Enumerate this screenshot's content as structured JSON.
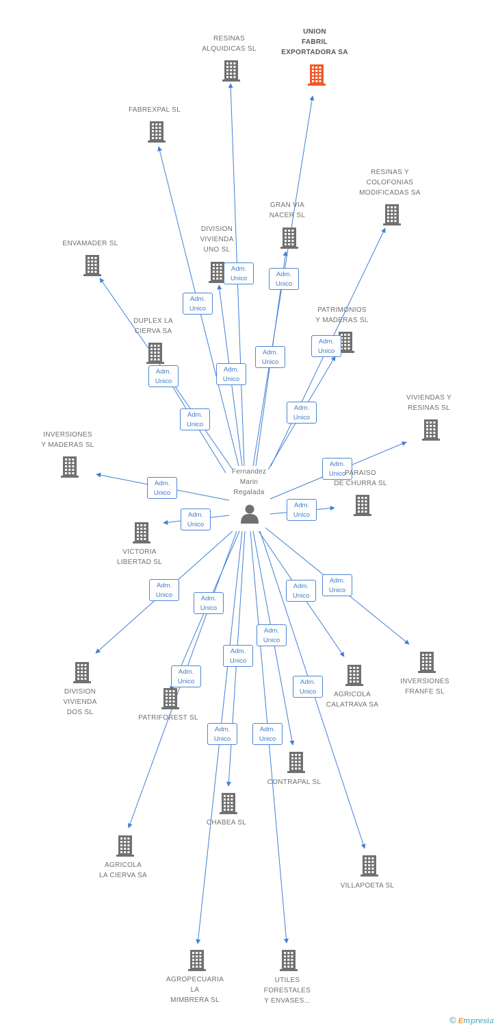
{
  "colors": {
    "edge": "#3f7fd6",
    "building": "#707070",
    "main_building": "#ee5a2a",
    "person": "#707070",
    "role_border": "#4a86d1",
    "role_text": "#3f7cc9"
  },
  "center": {
    "label": "Fernandez\nMarin\nRegalada",
    "icon": "person-icon"
  },
  "companies": [
    {
      "id": "resinas-alquidicas",
      "label": "RESINAS\nALQUIDICAS SL",
      "icon": "building-icon"
    },
    {
      "id": "union-fabril",
      "label": "UNION\nFABRIL\nEXPORTADORA SA",
      "icon": "building-icon",
      "main": true
    },
    {
      "id": "fabrexpal",
      "label": "FABREXPAL SL",
      "icon": "building-icon"
    },
    {
      "id": "resinas-colofonias",
      "label": "RESINAS Y\nCOLOFONIAS\nMODIFICADAS SA",
      "icon": "building-icon"
    },
    {
      "id": "gran-via",
      "label": "GRAN VIA\nNACER SL",
      "icon": "building-icon"
    },
    {
      "id": "division-uno",
      "label": "DIVISION\nVIVIENDA\nUNO SL",
      "icon": "building-icon"
    },
    {
      "id": "envamader",
      "label": "ENVAMADER SL",
      "icon": "building-icon"
    },
    {
      "id": "patrimonios",
      "label": "PATRIMONIOS\nY MADERAS SL",
      "icon": "building-icon"
    },
    {
      "id": "duplex",
      "label": "DUPLEX LA\nCIERVA SA",
      "icon": "building-icon"
    },
    {
      "id": "viviendas-resinas",
      "label": "VIVIENDAS Y\nRESINAS SL",
      "icon": "building-icon"
    },
    {
      "id": "inversiones-maderas",
      "label": "INVERSIONES\nY MADERAS SL",
      "icon": "building-icon"
    },
    {
      "id": "paraiso",
      "label": "PARAISO\nDE CHURRA SL",
      "icon": "building-icon"
    },
    {
      "id": "victoria",
      "label": "VICTORIA\nLIBERTAD SL",
      "icon": "building-icon"
    },
    {
      "id": "inversiones-franfe",
      "label": "INVERSIONES\nFRANFE SL",
      "icon": "building-icon"
    },
    {
      "id": "division-dos",
      "label": "DIVISION\nVIVIENDA\nDOS SL",
      "icon": "building-icon"
    },
    {
      "id": "agricola-calatrava",
      "label": "AGRICOLA\nCALATRAVA SA",
      "icon": "building-icon"
    },
    {
      "id": "patriforest",
      "label": "PATRIFOREST SL",
      "icon": "building-icon"
    },
    {
      "id": "contrapal",
      "label": "CONTRAPAL SL",
      "icon": "building-icon"
    },
    {
      "id": "chabea",
      "label": "CHABEA SL",
      "icon": "building-icon"
    },
    {
      "id": "agricola-cierva",
      "label": "AGRICOLA\nLA CIERVA SA",
      "icon": "building-icon"
    },
    {
      "id": "villapoeta",
      "label": "VILLAPOETA SL",
      "icon": "building-icon"
    },
    {
      "id": "agropecuaria",
      "label": "AGROPECUARIA\nLA\nMIMBRERA SL",
      "icon": "building-icon"
    },
    {
      "id": "utiles",
      "label": "UTILES\nFORESTALES\nY ENVASES...",
      "icon": "building-icon"
    }
  ],
  "edge_label": "Adm.\nUnico",
  "footer": {
    "copyright": "©",
    "brand_first": "E",
    "brand_rest": "mpresia"
  }
}
